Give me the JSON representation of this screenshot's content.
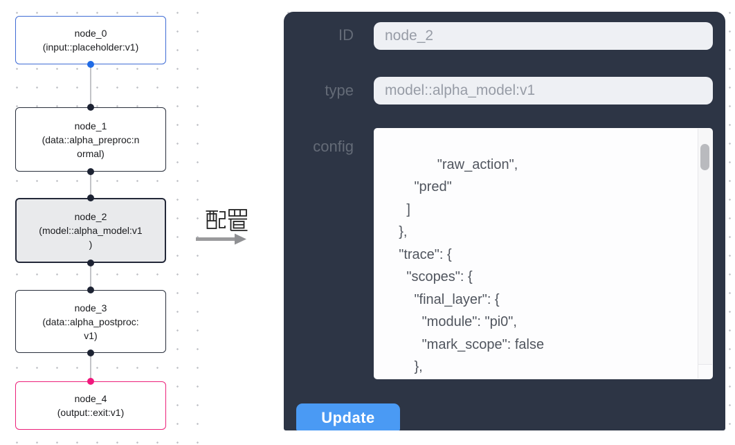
{
  "colors": {
    "panel_bg": "#2d3545",
    "field_bg": "#eef0f4",
    "accent_blue": "#4a9af4",
    "input_node_border": "#3e6bd5",
    "input_port": "#1f6be6",
    "output_node_border": "#ec2079",
    "output_port": "#f0197d",
    "default_node_border": "#272d3a",
    "selected_node_bg": "#e9eaec"
  },
  "canvas": {
    "nodes": [
      {
        "name": "node_0",
        "subtitle": "(input::placeholder:v1)"
      },
      {
        "name": "node_1",
        "subtitle": "(data::alpha_preproc:n\normal)"
      },
      {
        "name": "node_2",
        "subtitle": "(model::alpha_model:v1\n)"
      },
      {
        "name": "node_3",
        "subtitle": "(data::alpha_postproc:\nv1)"
      },
      {
        "name": "node_4",
        "subtitle": "(output::exit:v1)"
      }
    ]
  },
  "transition": {
    "label": "配置"
  },
  "panel": {
    "id_label": "ID",
    "id_value": "node_2",
    "type_label": "type",
    "type_value": "model::alpha_model:v1",
    "config_label": "config",
    "config_value": "        \"raw_action\",\n        \"pred\"\n      ]\n    },\n    \"trace\": {\n      \"scopes\": {\n        \"final_layer\": {\n          \"module\": \"pi0\",\n          \"mark_scope\": false\n        },\n        \"action_model\": {",
    "update_label": "Update"
  }
}
